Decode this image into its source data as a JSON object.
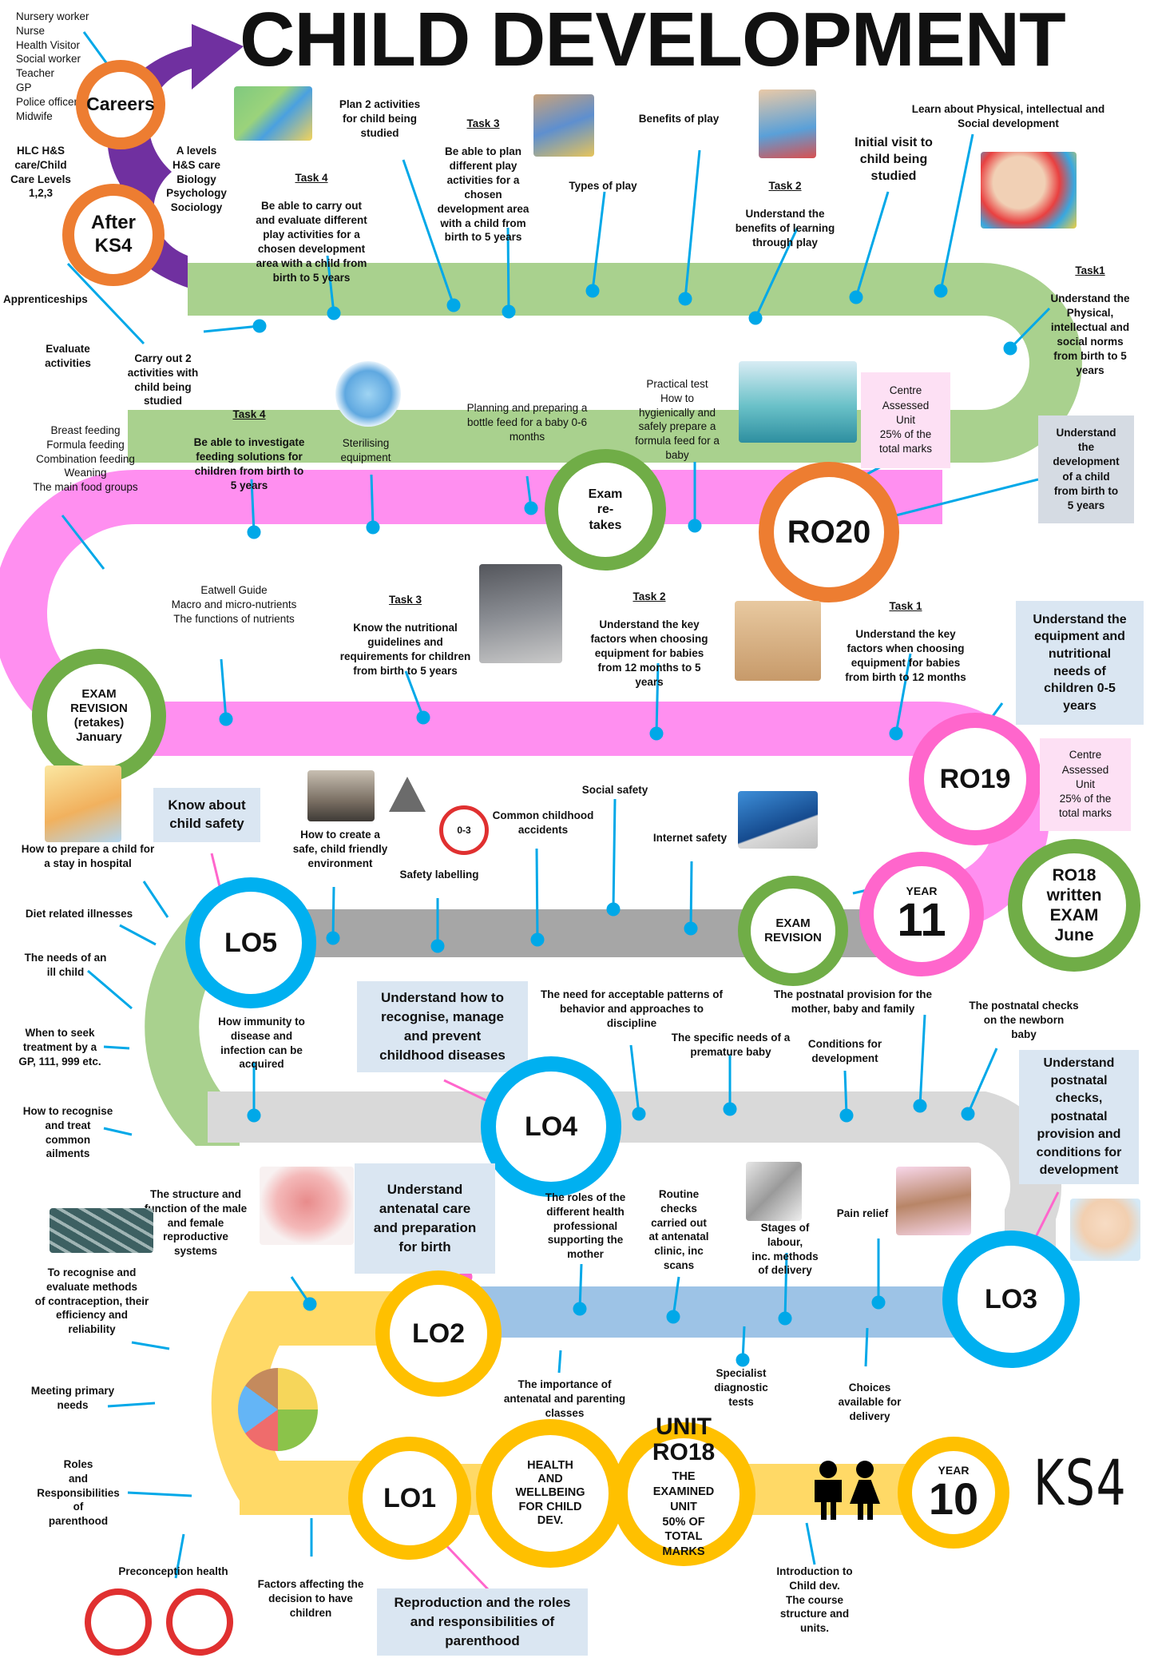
{
  "title": "CHILD DEVELOPMENT",
  "colors": {
    "green": "#a9d18e",
    "pink": "#ff8ff0",
    "gray": "#a6a6a6",
    "lightgray": "#d9d9d9",
    "blue": "#9dc3e6",
    "yellow": "#ffd966",
    "purple": "#7030a0",
    "orange": "#ed7d31",
    "ringgreen": "#70ad47",
    "ringpink": "#ff66cc",
    "ringblue": "#00b0f0",
    "ringyellow": "#ffc000",
    "leader": "#00a8e8"
  },
  "careers": {
    "list": "Nursery worker\nNurse\nHealth Visitor\nSocial worker\nTeacher\nGP\nPolice officer\nMidwife",
    "ring": "Careers",
    "hlc": "HLC H&S\ncare/Child\nCare Levels\n1,2,3",
    "alevels": "A levels\nH&S care\nBiology\nPsychology\nSociology",
    "after": "After\nKS4",
    "apprenticeships": "Apprenticeships"
  },
  "ro20": {
    "ring": "RO20",
    "evaluate": "Evaluate\nactivities",
    "carry": "Carry out 2\nactivities with\nchild being\nstudied",
    "task4_title": "Task 4",
    "task4": "Be able to carry out\nand evaluate different\nplay activities for a\nchosen development\narea with a child from\nbirth to 5 years",
    "plan2": "Plan 2 activities\nfor child being\nstudied",
    "task3_title": "Task 3",
    "task3": "Be able to plan\ndifferent play\nactivities for a\nchosen\ndevelopment area\nwith a child from\nbirth to 5 years",
    "types": "Types of play",
    "benefits": "Benefits of play",
    "task2_title": "Task 2",
    "task2": "Understand the\nbenefits of learning\nthrough play",
    "initial": "Initial visit to\nchild being\nstudied",
    "learn": "Learn about Physical, intellectual and\nSocial development",
    "task1_title": "Task1",
    "task1": "Understand the\nPhysical,\nintellectual and\nsocial norms\nfrom birth to 5\nyears",
    "understand": "Understand\nthe\ndevelopment\nof a child\nfrom birth to\n5 years",
    "centre": "Centre\nAssessed\nUnit\n25% of the\ntotal marks"
  },
  "ro19": {
    "ring": "RO19",
    "practical": "Practical test\nHow to\nhygienically and\nsafely prepare a\nformula feed for a\nbaby",
    "planning": "Planning and preparing a\nbottle feed for a baby 0-6\nmonths",
    "exam_retakes": "Exam\nre-\ntakes",
    "sterilising": "Sterilising\nequipment",
    "task4_title": "Task 4",
    "task4": "Be able to investigate\nfeeding solutions for\nchildren from birth to\n5 years",
    "feeding": "Breast feeding\nFormula feeding\nCombination feeding\nWeaning\nThe main food groups",
    "exam_revision": "EXAM\nREVISION\n(retakes)\nJanuary",
    "eatwell": "Eatwell Guide\nMacro and micro-nutrients\nThe functions of nutrients",
    "task3_title": "Task 3",
    "task3": "Know the nutritional\nguidelines and\nrequirements for children\nfrom birth to 5 years",
    "task2_title": "Task 2",
    "task2": "Understand the key\nfactors when choosing\nequipment for babies\nfrom 12 months to 5\nyears",
    "task1_title": "Task 1",
    "task1": "Understand the key\nfactors when choosing\nequipment for babies\nfrom birth to 12 months",
    "understand": "Understand the\nequipment and\nnutritional\nneeds of\nchildren 0-5\nyears",
    "centre": "Centre\nAssessed\nUnit\n25% of the\ntotal marks"
  },
  "year11": {
    "label": "YEAR",
    "num": "11",
    "exam_revision": "EXAM\nREVISION",
    "ro18": "RO18\nwritten\nEXAM\nJune"
  },
  "lo5": {
    "ring": "LO5",
    "box": "Know about\nchild safety",
    "hospital": "How to prepare a child for\na stay in hospital",
    "safe_env": "How to create a\nsafe, child friendly\nenvironment",
    "age_badge": "0-3",
    "labelling": "Safety labelling",
    "accidents": "Common childhood\naccidents",
    "social": "Social safety",
    "internet": "Internet safety",
    "diet": "Diet related illnesses",
    "ill_child": "The needs of an\nill child",
    "when_seek": "When to seek\ntreatment by a\nGP, 111, 999 etc.",
    "recognise": "How to recognise\nand treat\ncommon\nailments"
  },
  "lo4": {
    "ring": "LO4",
    "box": "Understand how to\nrecognise, manage\nand prevent\nchildhood diseases",
    "immunity": "How immunity to\ndisease and\ninfection can be\nacquired",
    "patterns": "The need for acceptable patterns of\nbehavior and approaches to\ndiscipline",
    "premature": "The specific needs of a\npremature baby",
    "conditions": "Conditions for\ndevelopment",
    "postnatal_prov": "The postnatal provision for the\nmother, baby and family",
    "postnatal_checks": "The postnatal checks\non the newborn\nbaby"
  },
  "lo3": {
    "ring": "LO3",
    "box": "Understand\npostnatal\nchecks,\npostnatal\nprovision and\nconditions for\ndevelopment",
    "pain": "Pain relief",
    "stages": "Stages of\nlabour,\ninc. methods\nof delivery",
    "routine": "Routine\nchecks\ncarried out\nat antenatal\nclinic, inc\nscans",
    "roles_health": "The roles of the\ndifferent health\nprofessional\nsupporting the\nmother",
    "choices": "Choices\navailable for\ndelivery",
    "specialist": "Specialist\ndiagnostic\ntests",
    "importance": "The importance of\nantenatal and parenting\nclasses"
  },
  "lo2": {
    "ring": "LO2",
    "box": "Understand\nantenatal care\nand preparation\nfor birth",
    "structure": "The structure and\nfunction of the male\nand female\nreproductive\nsystems",
    "contraception": "To recognise and\nevaluate methods\nof contraception, their\nefficiency and\nreliability",
    "primary": "Meeting primary\nneeds",
    "roles": "Roles\nand\nResponsibilities\nof\nparenthood"
  },
  "lo1": {
    "ring": "LO1",
    "health": "HEALTH\nAND\nWELLBEING\nFOR CHILD\nDEV.",
    "unit_title": "UNIT\nRO18",
    "unit_text": "THE\nEXAMINED\nUNIT\n50% OF\nTOTAL\nMARKS",
    "preconception": "Preconception health",
    "factors": "Factors affecting the\ndecision to have\nchildren",
    "box": "Reproduction and the roles\nand responsibilities of\nparenthood",
    "intro": "Introduction to\nChild dev.\nThe course\nstructure and\nunits."
  },
  "year10": {
    "label": "YEAR",
    "num": "10",
    "ks4": "KS4"
  }
}
